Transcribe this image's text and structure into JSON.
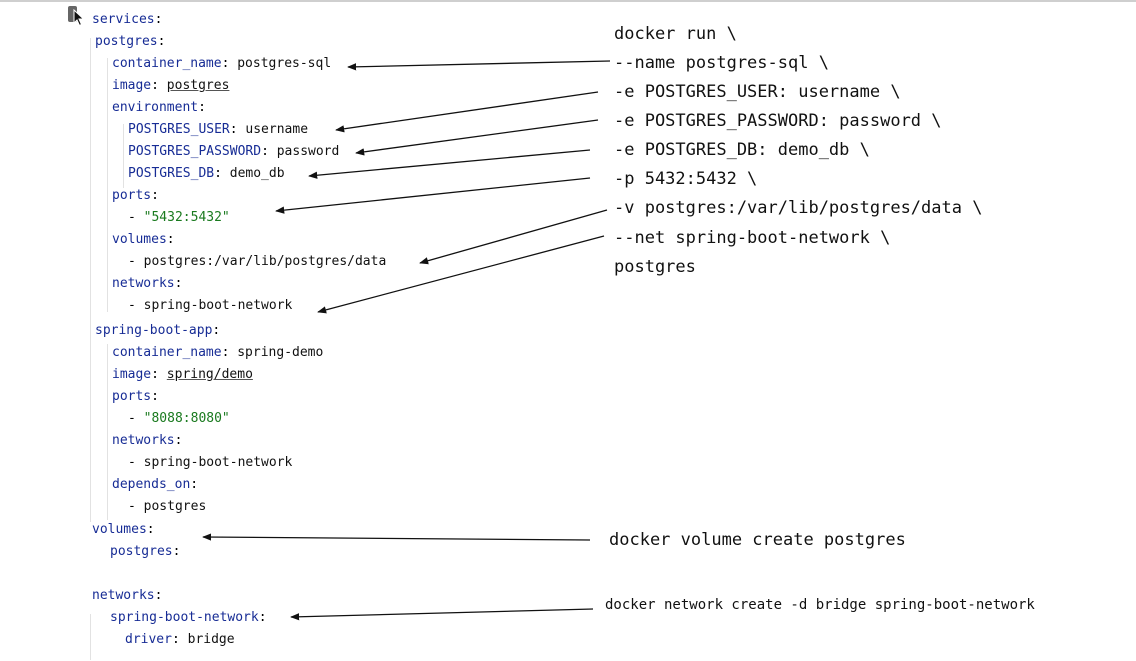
{
  "yaml_lines": [
    {
      "indent": 0,
      "key": "services"
    },
    {
      "indent": 1,
      "key": "postgres"
    },
    {
      "indent": 2,
      "key": "container_name",
      "value": "postgres-sql"
    },
    {
      "indent": 2,
      "key": "image",
      "value": "postgres",
      "underline": true
    },
    {
      "indent": 2,
      "key": "environment"
    },
    {
      "indent": 3,
      "key": "POSTGRES_USER",
      "value": "username"
    },
    {
      "indent": 3,
      "key": "POSTGRES_PASSWORD",
      "value": "password"
    },
    {
      "indent": 3,
      "key": "POSTGRES_DB",
      "value": "demo_db"
    },
    {
      "indent": 2,
      "key": "ports"
    },
    {
      "indent": 3,
      "item": "\"5432:5432\"",
      "string": true
    },
    {
      "indent": 2,
      "key": "volumes"
    },
    {
      "indent": 3,
      "item": "postgres:/var/lib/postgres/data"
    },
    {
      "indent": 2,
      "key": "networks"
    },
    {
      "indent": 3,
      "item": "spring-boot-network"
    },
    {
      "indent": 1,
      "key": "spring-boot-app"
    },
    {
      "indent": 2,
      "key": "container_name",
      "value": "spring-demo"
    },
    {
      "indent": 2,
      "key": "image",
      "value": "spring/demo",
      "underline": true
    },
    {
      "indent": 2,
      "key": "ports"
    },
    {
      "indent": 3,
      "item": "\"8088:8080\"",
      "string": true
    },
    {
      "indent": 2,
      "key": "networks"
    },
    {
      "indent": 3,
      "item": "spring-boot-network"
    },
    {
      "indent": 2,
      "key": "depends_on"
    },
    {
      "indent": 3,
      "item": "postgres"
    },
    {
      "indent": 0,
      "key": "volumes"
    },
    {
      "indent": 1,
      "key": "postgres"
    },
    {
      "blank": true
    },
    {
      "indent": 0,
      "key": "networks"
    },
    {
      "indent": 1,
      "key": "spring-boot-network"
    },
    {
      "indent": 2,
      "key": "driver",
      "value": "bridge"
    }
  ],
  "commands": {
    "docker_run": [
      "docker run \\",
      "--name postgres-sql \\",
      "-e POSTGRES_USER: username \\",
      "-e POSTGRES_PASSWORD: password \\",
      "-e POSTGRES_DB: demo_db \\",
      "-p 5432:5432 \\",
      "-v postgres:/var/lib/postgres/data \\",
      "--net spring-boot-network \\",
      "postgres"
    ],
    "volume_create": "docker volume create postgres",
    "network_create": "docker network create -d bridge spring-boot-network"
  },
  "mappings": [
    {
      "command": "--name postgres-sql \\",
      "yaml": "container_name: postgres-sql"
    },
    {
      "command": "-e POSTGRES_USER: username \\",
      "yaml": "POSTGRES_USER: username"
    },
    {
      "command": "-e POSTGRES_PASSWORD: password \\",
      "yaml": "POSTGRES_PASSWORD: password"
    },
    {
      "command": "-e POSTGRES_DB: demo_db \\",
      "yaml": "POSTGRES_DB: demo_db"
    },
    {
      "command": "-p 5432:5432 \\",
      "yaml": "- \"5432:5432\""
    },
    {
      "command": "-v postgres:/var/lib/postgres/data \\",
      "yaml": "- postgres:/var/lib/postgres/data"
    },
    {
      "command": "--net spring-boot-network \\",
      "yaml": "- spring-boot-network"
    },
    {
      "command": "docker volume create postgres",
      "yaml": "volumes: postgres"
    },
    {
      "command": "docker network create -d bridge spring-boot-network",
      "yaml": "spring-boot-network:"
    }
  ],
  "colors": {
    "key": "#172c95",
    "value": "#111111",
    "string": "#1a7a1f",
    "arrow": "#111111"
  }
}
